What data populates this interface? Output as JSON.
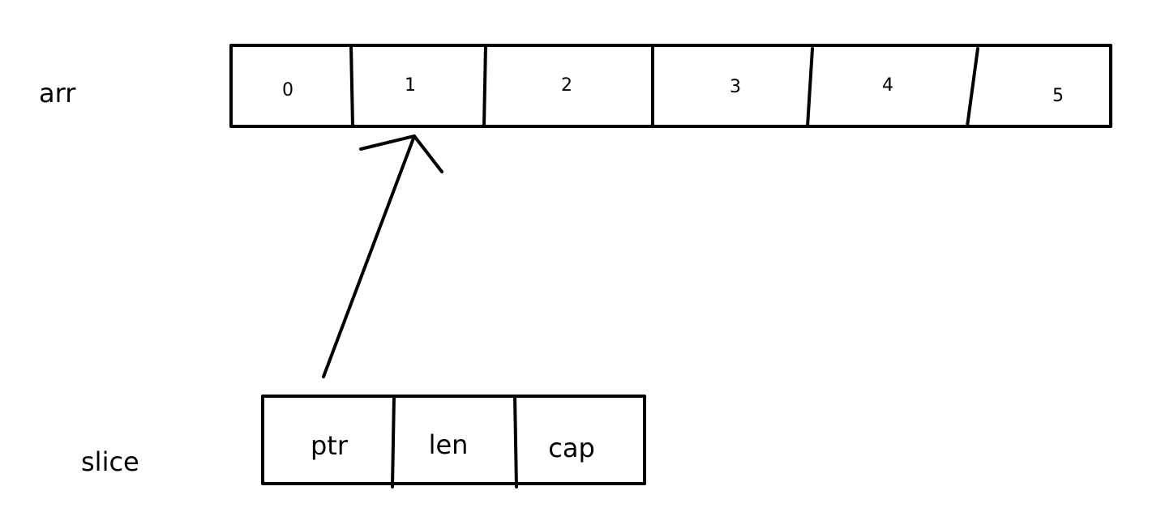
{
  "arr": {
    "label": "arr",
    "cells": [
      "0",
      "1",
      "2",
      "3",
      "4",
      "5"
    ]
  },
  "slice": {
    "label": "slice",
    "fields": [
      "ptr",
      "len",
      "cap"
    ]
  }
}
